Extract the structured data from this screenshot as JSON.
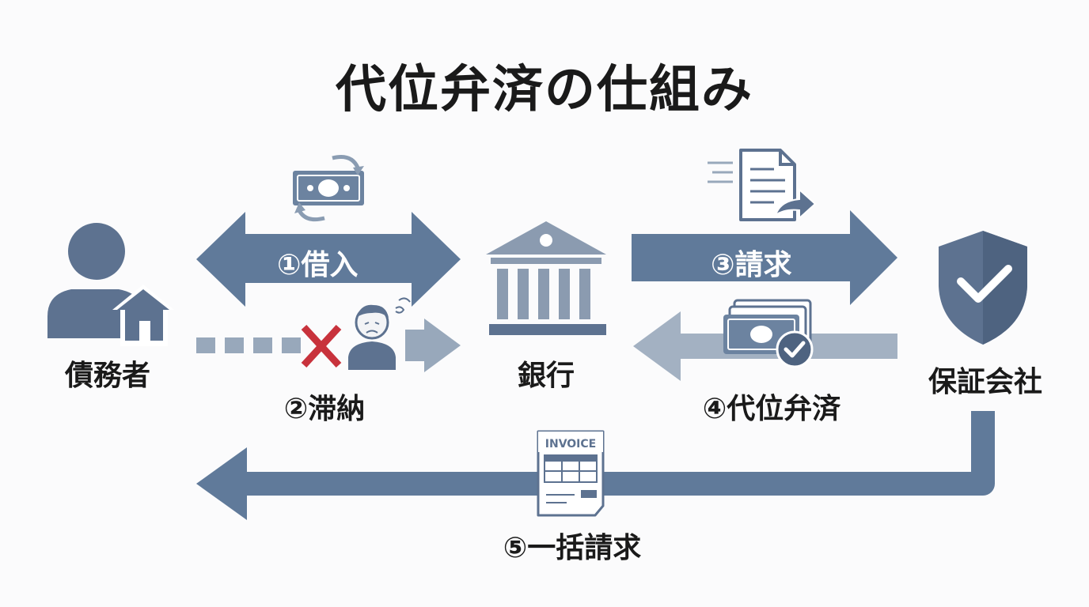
{
  "title": "代位弁済の仕組み",
  "parties": {
    "debtor": "債務者",
    "bank": "銀行",
    "guarantor": "保証会社"
  },
  "steps": {
    "s1": "①借入",
    "s2": "②滞納",
    "s3": "③請求",
    "s4": "④代位弁済",
    "s5": "⑤一括請求"
  },
  "invoice_text": "INVOICE",
  "colors": {
    "arrow_primary": "#607a9a",
    "arrow_light": "#98a8bb",
    "icon_dark": "#5a6f8a",
    "cross_red": "#c8323c"
  },
  "icons": [
    "person-icon",
    "house-icon",
    "money-cycle-icon",
    "bank-icon",
    "worried-person-icon",
    "cross-icon",
    "document-send-icon",
    "shield-check-icon",
    "money-check-icon",
    "invoice-icon"
  ]
}
